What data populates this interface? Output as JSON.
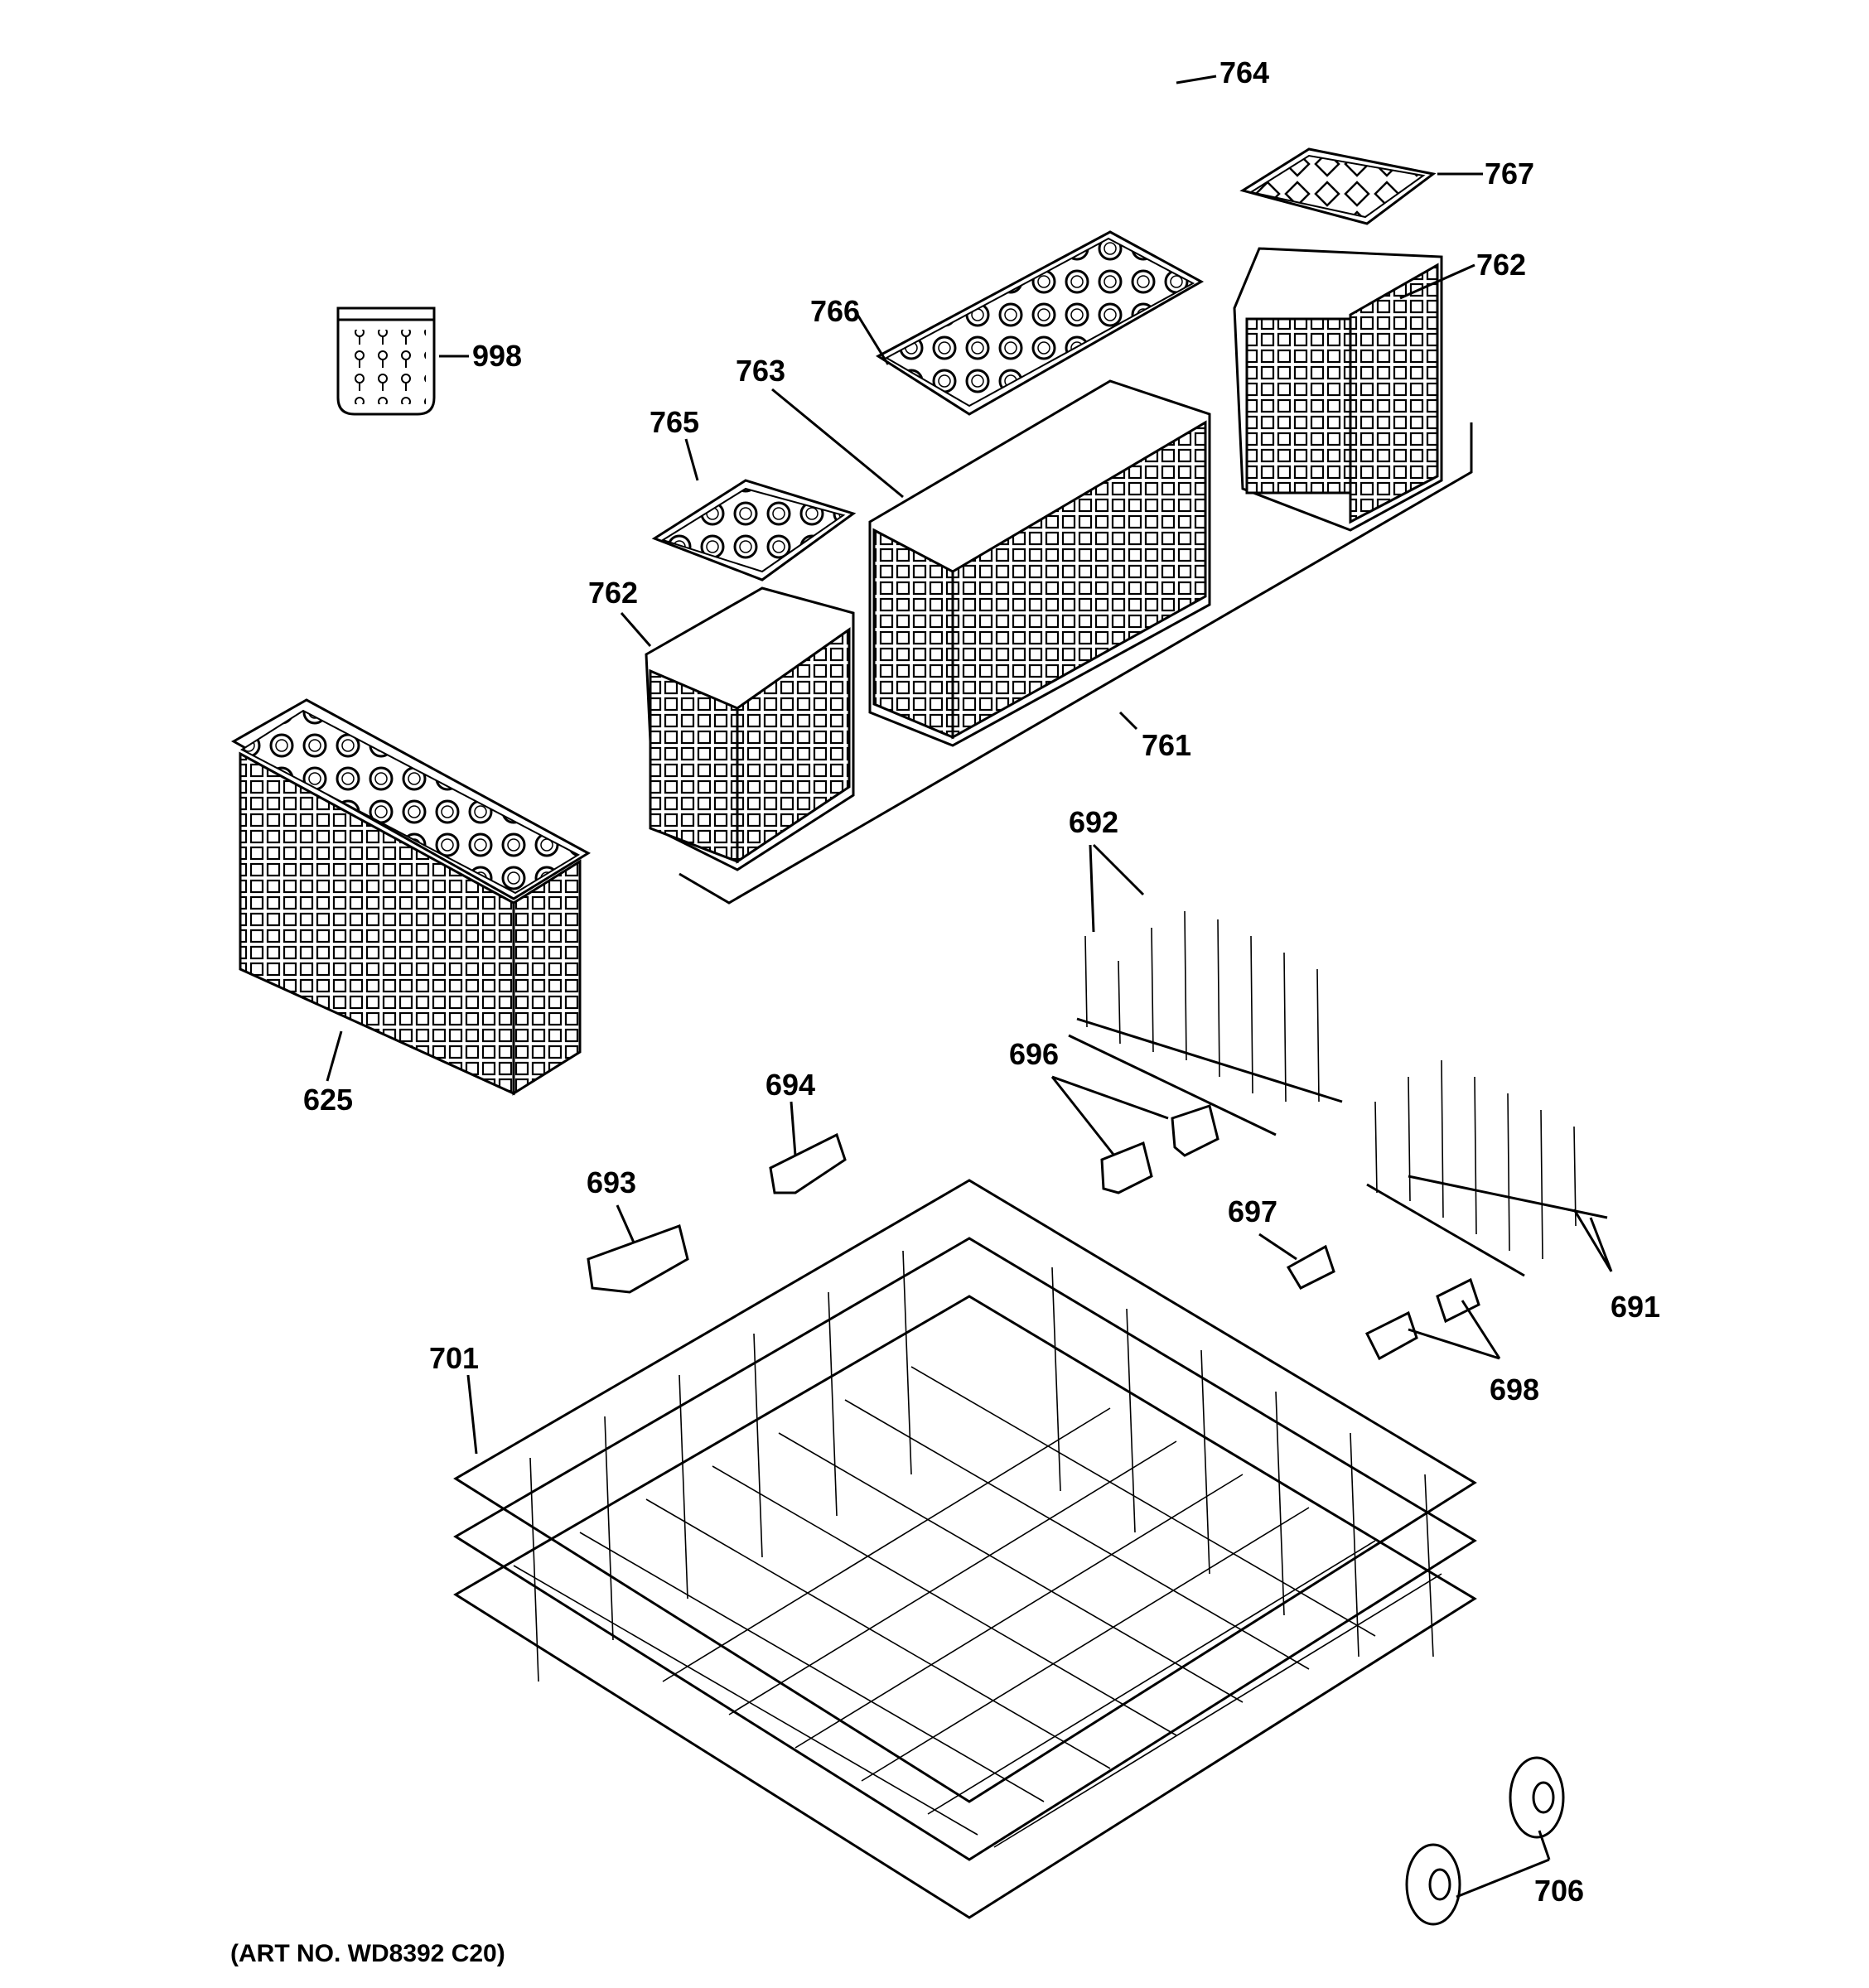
{
  "diagram": {
    "art_number": "(ART NO. WD8392 C20)",
    "callouts": {
      "c764": "764",
      "c767": "767",
      "c762a": "762",
      "c766": "766",
      "c998": "998",
      "c763": "763",
      "c765": "765",
      "c762b": "762",
      "c761": "761",
      "c692": "692",
      "c625": "625",
      "c696": "696",
      "c694": "694",
      "c693": "693",
      "c697": "697",
      "c691": "691",
      "c698": "698",
      "c701": "701",
      "c706": "706"
    }
  }
}
